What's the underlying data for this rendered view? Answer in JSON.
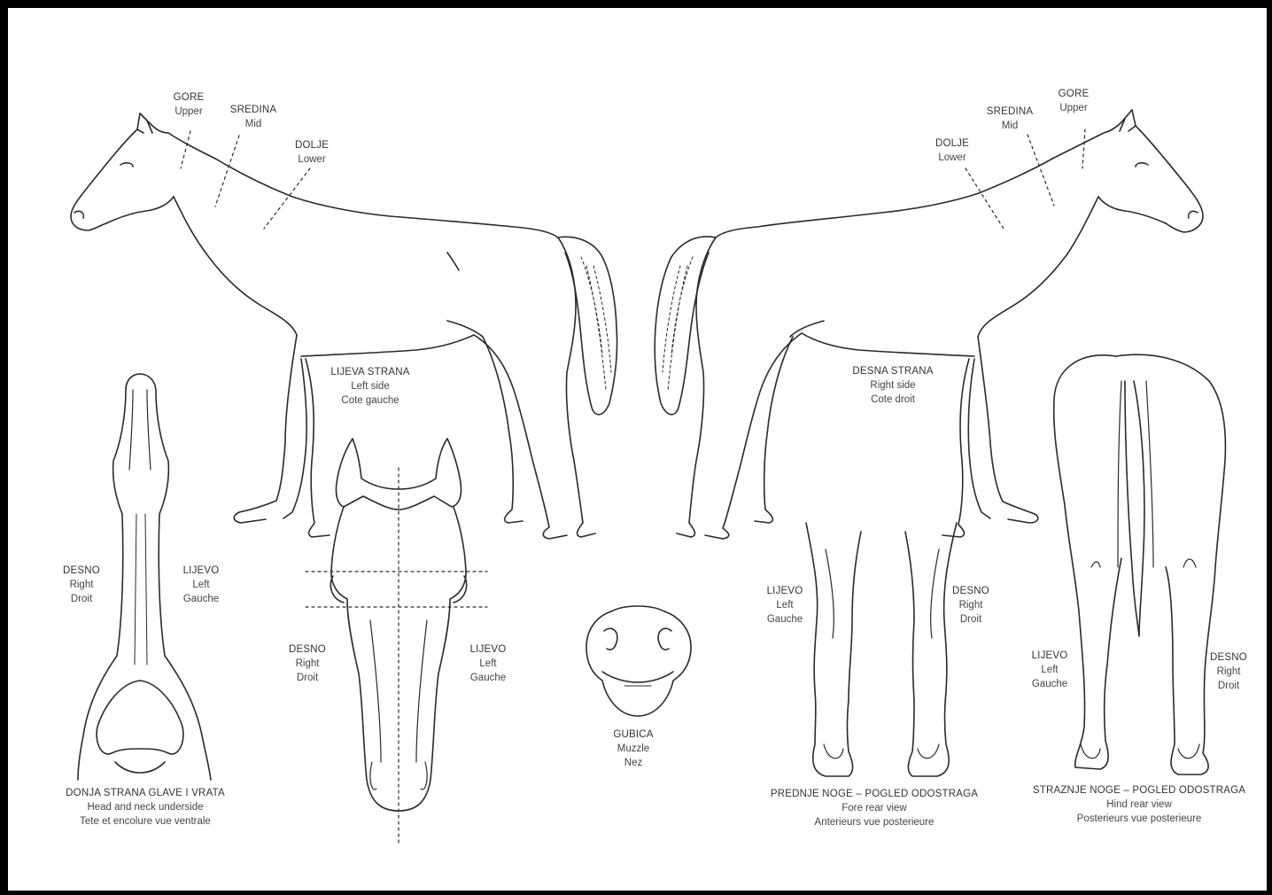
{
  "labels": {
    "left_gore": {
      "a": "GORE",
      "b": "Upper"
    },
    "left_sredina": {
      "a": "SREDINA",
      "b": "Mid"
    },
    "left_dolje": {
      "a": "DOLJE",
      "b": "Lower"
    },
    "right_gore": {
      "a": "GORE",
      "b": "Upper"
    },
    "right_sredina": {
      "a": "SREDINA",
      "b": "Mid"
    },
    "right_dolje": {
      "a": "DOLJE",
      "b": "Lower"
    },
    "left_side": {
      "a": "LIJEVA STRANA",
      "b": "Left side",
      "c": "Cote gauche"
    },
    "right_side": {
      "a": "DESNA STRANA",
      "b": "Right side",
      "c": "Cote droit"
    },
    "underside_desno": {
      "a": "DESNO",
      "b": "Right",
      "c": "Droit"
    },
    "underside_lijevo": {
      "a": "LIJEVO",
      "b": "Left",
      "c": "Gauche"
    },
    "underside_caption": {
      "a": "DONJA STRANA GLAVE I VRATA",
      "b": "Head and neck underside",
      "c": "Tete et encolure vue ventrale"
    },
    "head_desno": {
      "a": "DESNO",
      "b": "Right",
      "c": "Droit"
    },
    "head_lijevo": {
      "a": "LIJEVO",
      "b": "Left",
      "c": "Gauche"
    },
    "muzzle": {
      "a": "GUBICA",
      "b": "Muzzle",
      "c": "Nez"
    },
    "fore_lijevo": {
      "a": "LIJEVO",
      "b": "Left",
      "c": "Gauche"
    },
    "fore_desno": {
      "a": "DESNO",
      "b": "Right",
      "c": "Droit"
    },
    "fore_caption": {
      "a": "PREDNJE NOGE – POGLED ODOSTRAGA",
      "b": "Fore rear view",
      "c": "Anterieurs vue posterieure"
    },
    "hind_lijevo": {
      "a": "LIJEVO",
      "b": "Left",
      "c": "Gauche"
    },
    "hind_desno": {
      "a": "DESNO",
      "b": "Right",
      "c": "Droit"
    },
    "hind_caption": {
      "a": "STRAZNJE NOGE – POGLED ODOSTRAGA",
      "b": "Hind rear view",
      "c": "Posterieurs vue posterieure"
    }
  },
  "colors": {
    "line": "#2a2a2a",
    "border": "#000000",
    "background": "#ffffff"
  }
}
